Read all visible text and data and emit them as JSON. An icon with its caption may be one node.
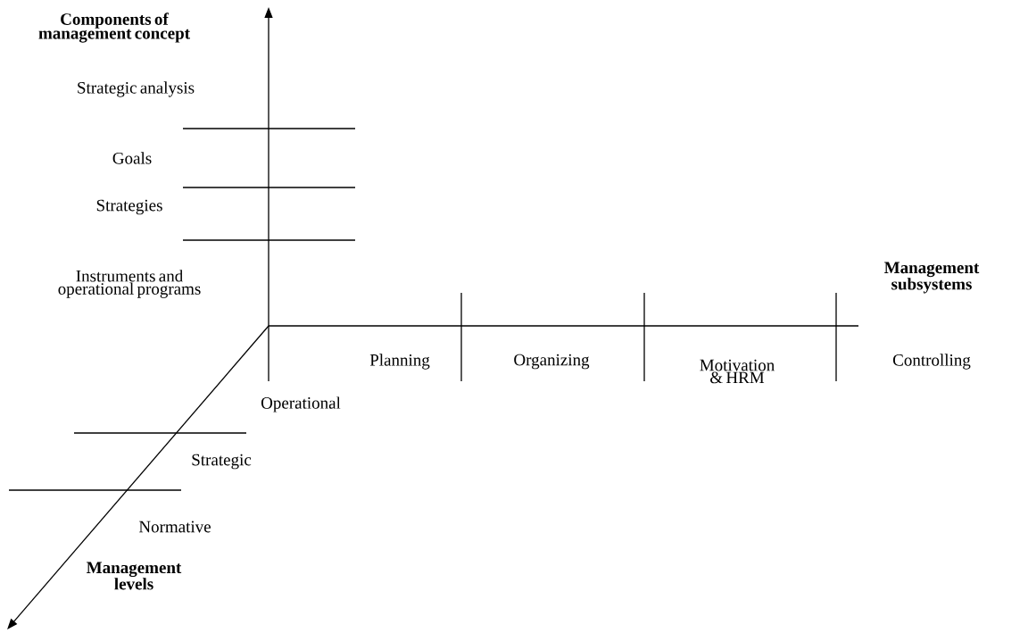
{
  "diagram": {
    "labels": [
      "Components of management concept",
      "Strategic analysis",
      "Goals",
      "Strategies",
      "Instruments and operational programs",
      "Management subsystems",
      "Planning",
      "Organizing",
      "Motivation & HRM",
      "Controlling",
      "Operational",
      "Strategic",
      "Normative",
      "Management levels"
    ]
  }
}
